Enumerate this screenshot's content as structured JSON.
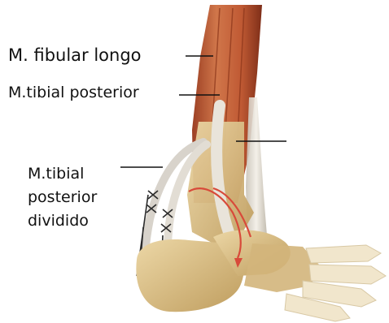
{
  "labels": {
    "fibular_longo": "M. fibular longo",
    "tibial_posterior": "M.tibial posterior",
    "tibial_dividido": {
      "line1": "M.tibial",
      "line2": "posterior",
      "line3": "dividido"
    }
  },
  "colors": {
    "muscle": "#c9653a",
    "bone": "#d9c08a",
    "tendon": "#e7e2d8",
    "suture": "#2b2b2b",
    "arrow": "#d84a3a",
    "label_text": "#111111"
  }
}
